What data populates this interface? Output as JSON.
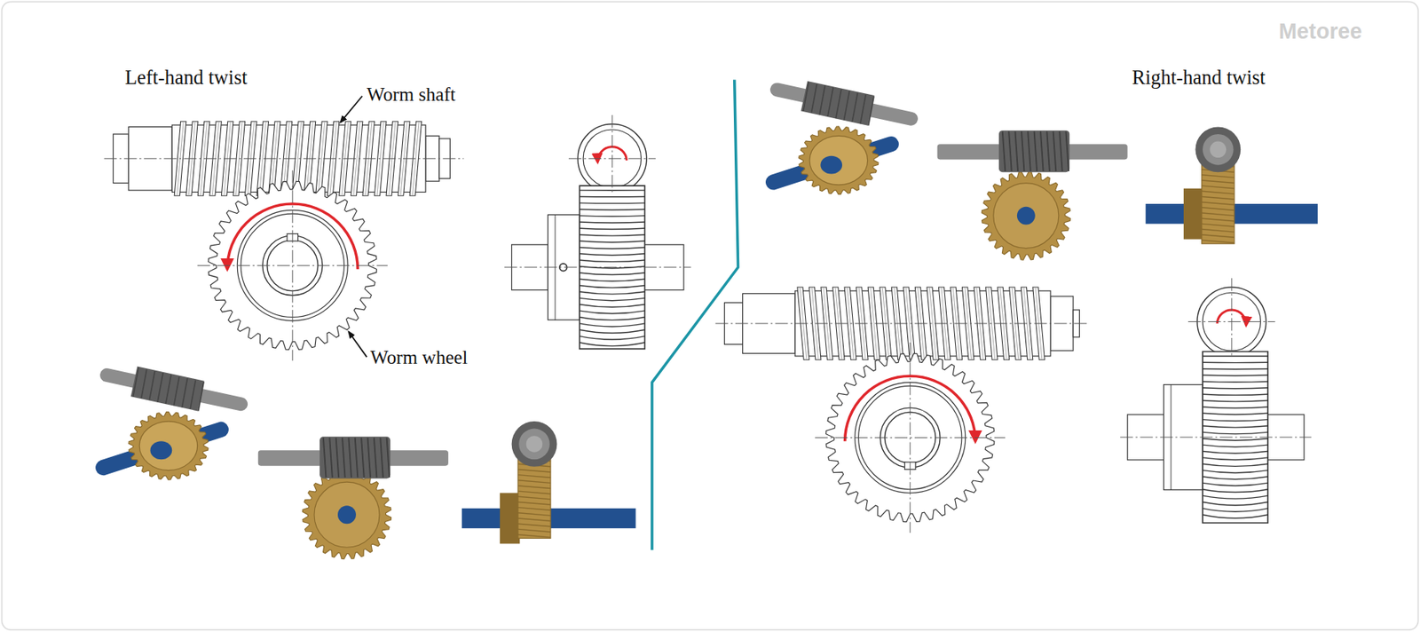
{
  "diagram": {
    "labels": [
      "Left-hand twist",
      "Worm shaft",
      "Worm wheel",
      "Right-hand twist",
      "Metoree"
    ]
  }
}
